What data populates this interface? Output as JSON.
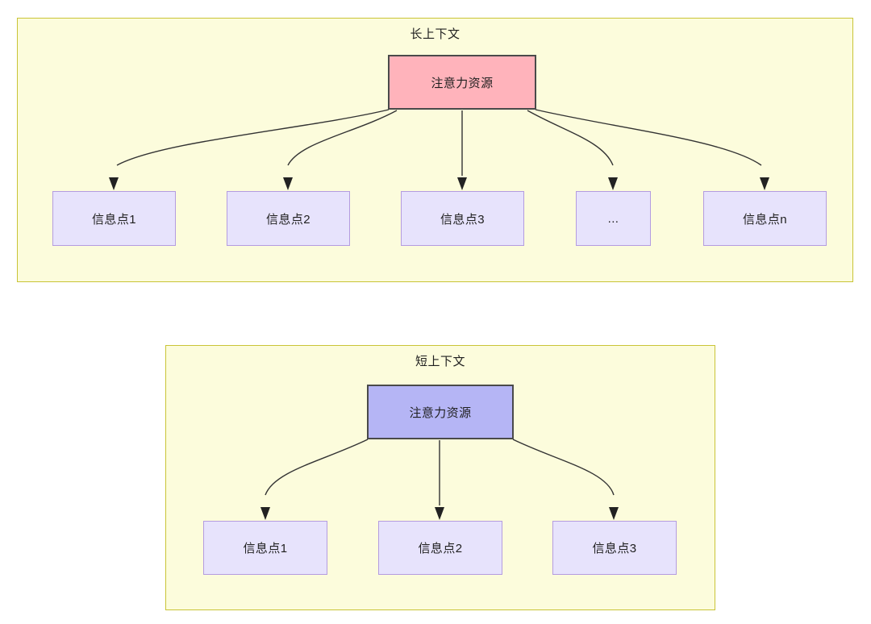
{
  "diagram": {
    "title_long": "长上下文",
    "title_short": "短上下文",
    "colors": {
      "panel_fill": "#fcfcdc",
      "panel_border": "#c9c437",
      "root_long_fill": "#ffb3bb",
      "root_short_fill": "#b5b5f5",
      "root_border": "#4a4a4a",
      "info_fill": "#e7e3fc",
      "info_border": "#b49ce0",
      "edge_stroke": "#333333",
      "text": "#1f1f1f"
    }
  },
  "long_context": {
    "title": "长上下文",
    "root": {
      "label": "注意力资源"
    },
    "info_points": [
      {
        "label": "信息点1"
      },
      {
        "label": "信息点2"
      },
      {
        "label": "信息点3"
      },
      {
        "label": "..."
      },
      {
        "label": "信息点n"
      }
    ]
  },
  "short_context": {
    "title": "短上下文",
    "root": {
      "label": "注意力资源"
    },
    "info_points": [
      {
        "label": "信息点1"
      },
      {
        "label": "信息点2"
      },
      {
        "label": "信息点3"
      }
    ]
  }
}
